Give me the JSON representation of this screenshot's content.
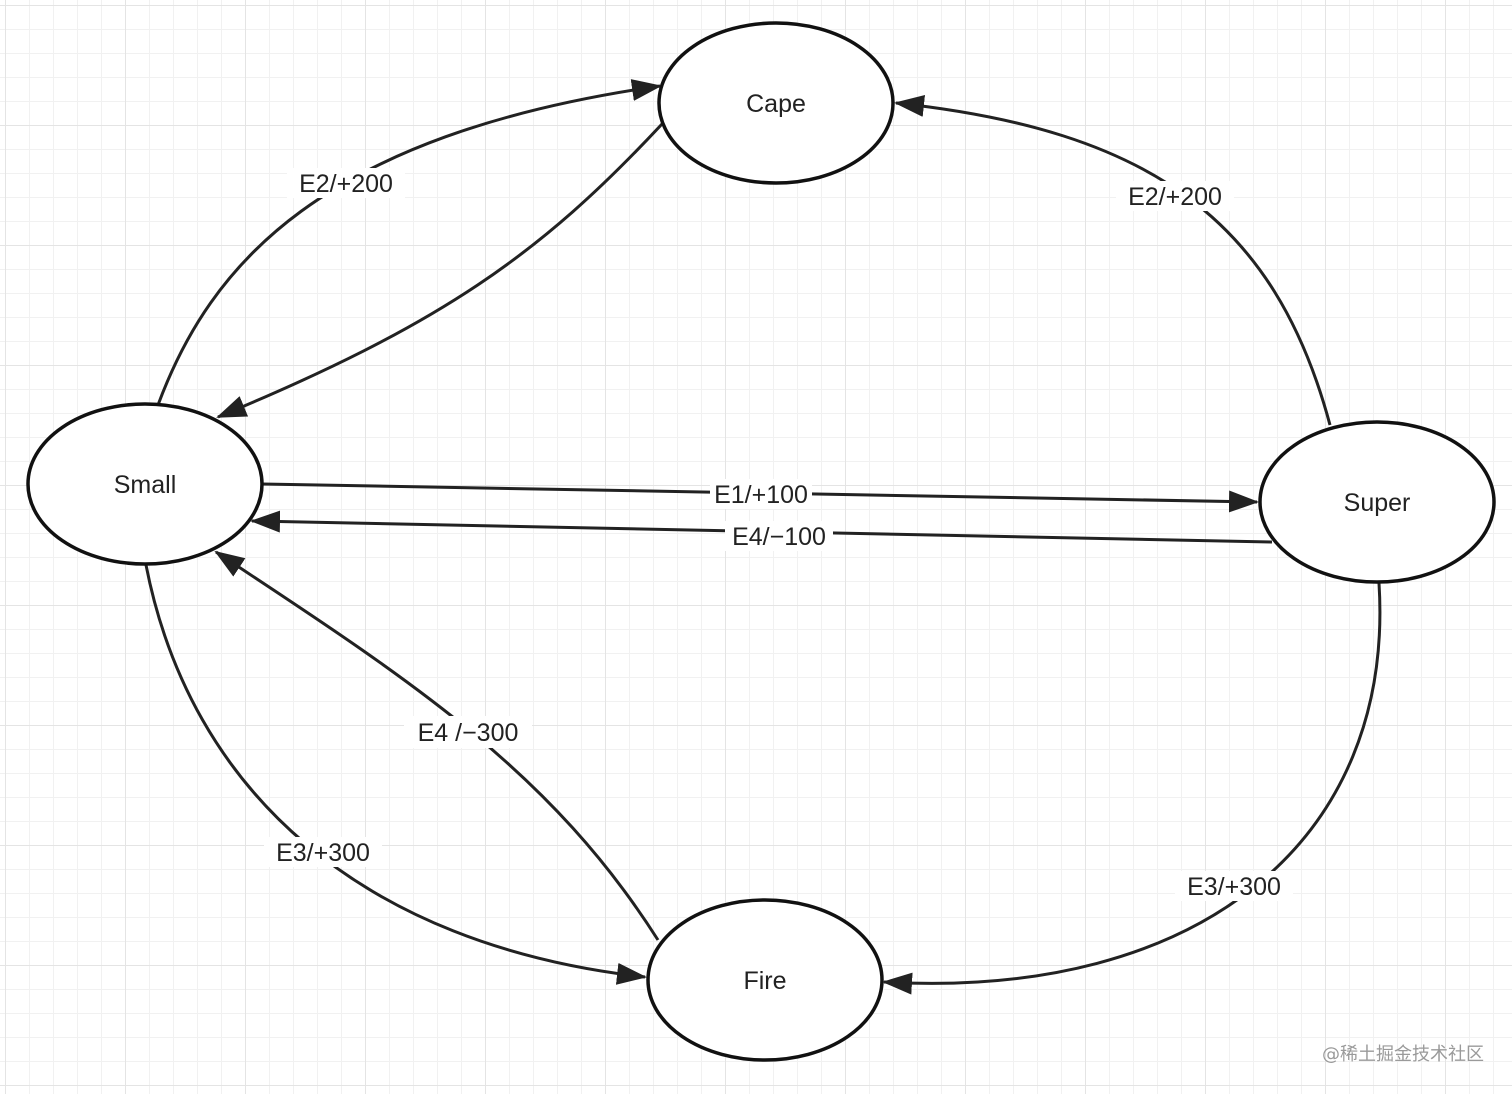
{
  "nodes": {
    "cape": "Cape",
    "small": "Small",
    "super": "Super",
    "fire": "Fire"
  },
  "edges": {
    "small_to_cape": "E2/+200",
    "super_to_cape": "E2/+200",
    "small_to_super": "E1/+100",
    "super_to_small": "E4/−100",
    "fire_to_small": "E4 /−300",
    "small_to_fire": "E3/+300",
    "super_to_fire": "E3/+300"
  },
  "watermark": "@稀土掘金技术社区",
  "colors": {
    "stroke": "#222222",
    "node_fill": "#ffffff",
    "grid": "#e4e4e4",
    "watermark": "#9a9a9a"
  }
}
